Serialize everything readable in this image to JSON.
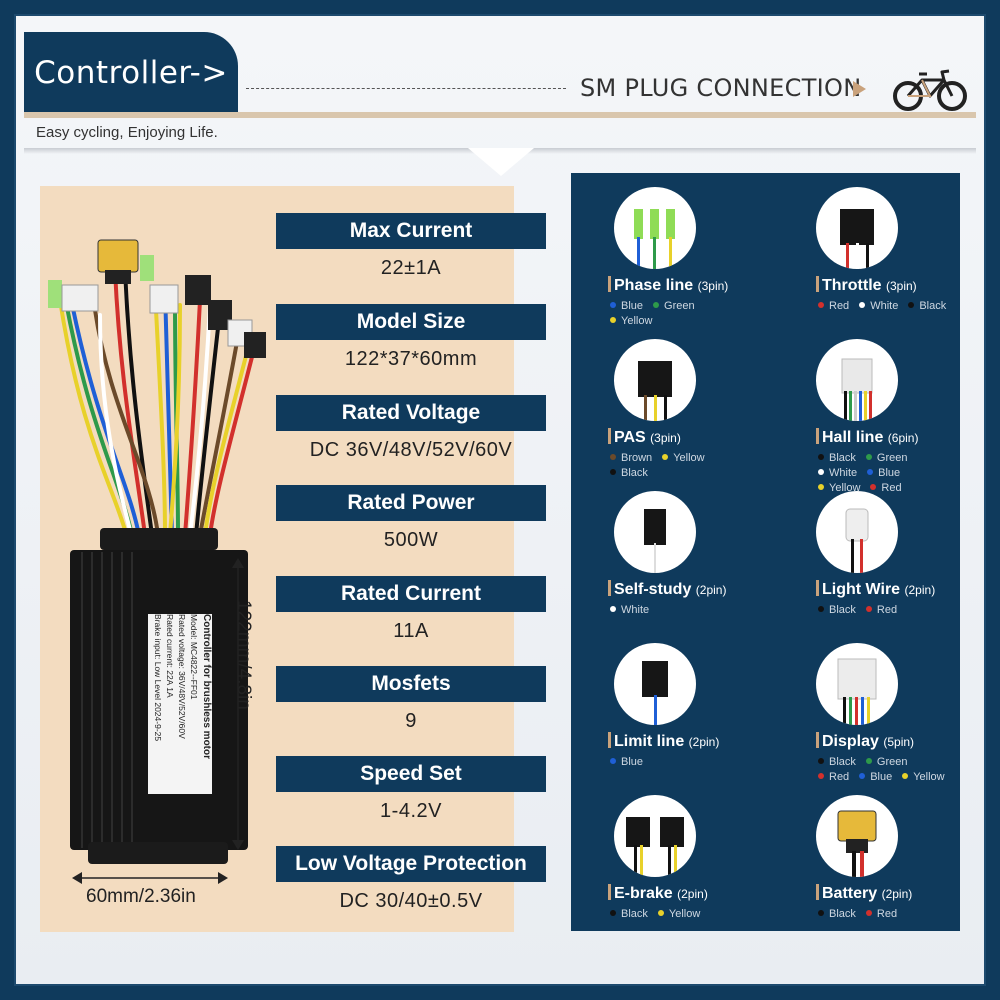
{
  "header": {
    "title": "Controller->",
    "section_title": "SM PLUG CONNECTION",
    "tagline": "Easy cycling, Enjoying Life."
  },
  "icons": {
    "bike": "bicycle-icon",
    "arrow": "triangle-right-icon"
  },
  "dimensions": {
    "height": "122mm/4.8in",
    "width": "60mm/2.36in"
  },
  "specs": [
    {
      "label": "Max Current",
      "value": "22±1A"
    },
    {
      "label": "Model Size",
      "value": "122*37*60mm"
    },
    {
      "label": "Rated Voltage",
      "value": "DC 36V/48V/52V/60V"
    },
    {
      "label": "Rated Power",
      "value": "500W"
    },
    {
      "label": "Rated Current",
      "value": "11A"
    },
    {
      "label": "Mosfets",
      "value": "9"
    },
    {
      "label": "Speed Set",
      "value": "1-4.2V"
    },
    {
      "label": "Low Voltage Protection",
      "value": "DC 30/40±0.5V"
    }
  ],
  "controller_label": {
    "lines": [
      "Controller for brushless motor",
      "Model: MC4822--FF01",
      "Rated voltage: 36V/48V/52V/60V",
      "Rated current: 22A  1A",
      "Brake input: Low Level    2024-9-25"
    ]
  },
  "connectors": [
    {
      "name": "Phase line",
      "pins": "(3pin)",
      "wires": [
        [
          "Blue",
          "#1f5fd6"
        ],
        [
          "Green",
          "#2e9a4a"
        ],
        [
          "Yellow",
          "#e8d12a"
        ]
      ]
    },
    {
      "name": "Throttle",
      "pins": "(3pin)",
      "wires": [
        [
          "Red",
          "#d2302c"
        ],
        [
          "White",
          "#ffffff"
        ],
        [
          "Black",
          "#111111"
        ]
      ]
    },
    {
      "name": "PAS",
      "pins": "(3pin)",
      "wires": [
        [
          "Brown",
          "#6b4a2a"
        ],
        [
          "Yellow",
          "#e8d12a"
        ],
        [
          "Black",
          "#111111"
        ]
      ]
    },
    {
      "name": "Hall line",
      "pins": "(6pin)",
      "wires": [
        [
          "Black",
          "#111111"
        ],
        [
          "Green",
          "#2e9a4a"
        ],
        [
          "White",
          "#ffffff"
        ],
        [
          "Blue",
          "#1f5fd6"
        ],
        [
          "Yellow",
          "#e8d12a"
        ],
        [
          "Red",
          "#d2302c"
        ]
      ]
    },
    {
      "name": "Self-study",
      "pins": "(2pin)",
      "wires": [
        [
          "White",
          "#ffffff"
        ]
      ]
    },
    {
      "name": "Light Wire",
      "pins": "(2pin)",
      "wires": [
        [
          "Black",
          "#111111"
        ],
        [
          "Red",
          "#d2302c"
        ]
      ]
    },
    {
      "name": "Limit line",
      "pins": "(2pin)",
      "wires": [
        [
          "Blue",
          "#1f5fd6"
        ]
      ]
    },
    {
      "name": "Display",
      "pins": "(5pin)",
      "wires": [
        [
          "Black",
          "#111111"
        ],
        [
          "Green",
          "#2e9a4a"
        ],
        [
          "Red",
          "#d2302c"
        ],
        [
          "Blue",
          "#1f5fd6"
        ],
        [
          "Yellow",
          "#e8d12a"
        ]
      ]
    },
    {
      "name": "E-brake",
      "pins": "(2pin)",
      "wires": [
        [
          "Black",
          "#111111"
        ],
        [
          "Yellow",
          "#e8d12a"
        ]
      ]
    },
    {
      "name": "Battery",
      "pins": "(2pin)",
      "wires": [
        [
          "Black",
          "#111111"
        ],
        [
          "Red",
          "#d2302c"
        ]
      ]
    }
  ],
  "colors": {
    "navy": "#0f3a5c",
    "beige": "#f3dcc0",
    "accent": "#c9a27c"
  }
}
